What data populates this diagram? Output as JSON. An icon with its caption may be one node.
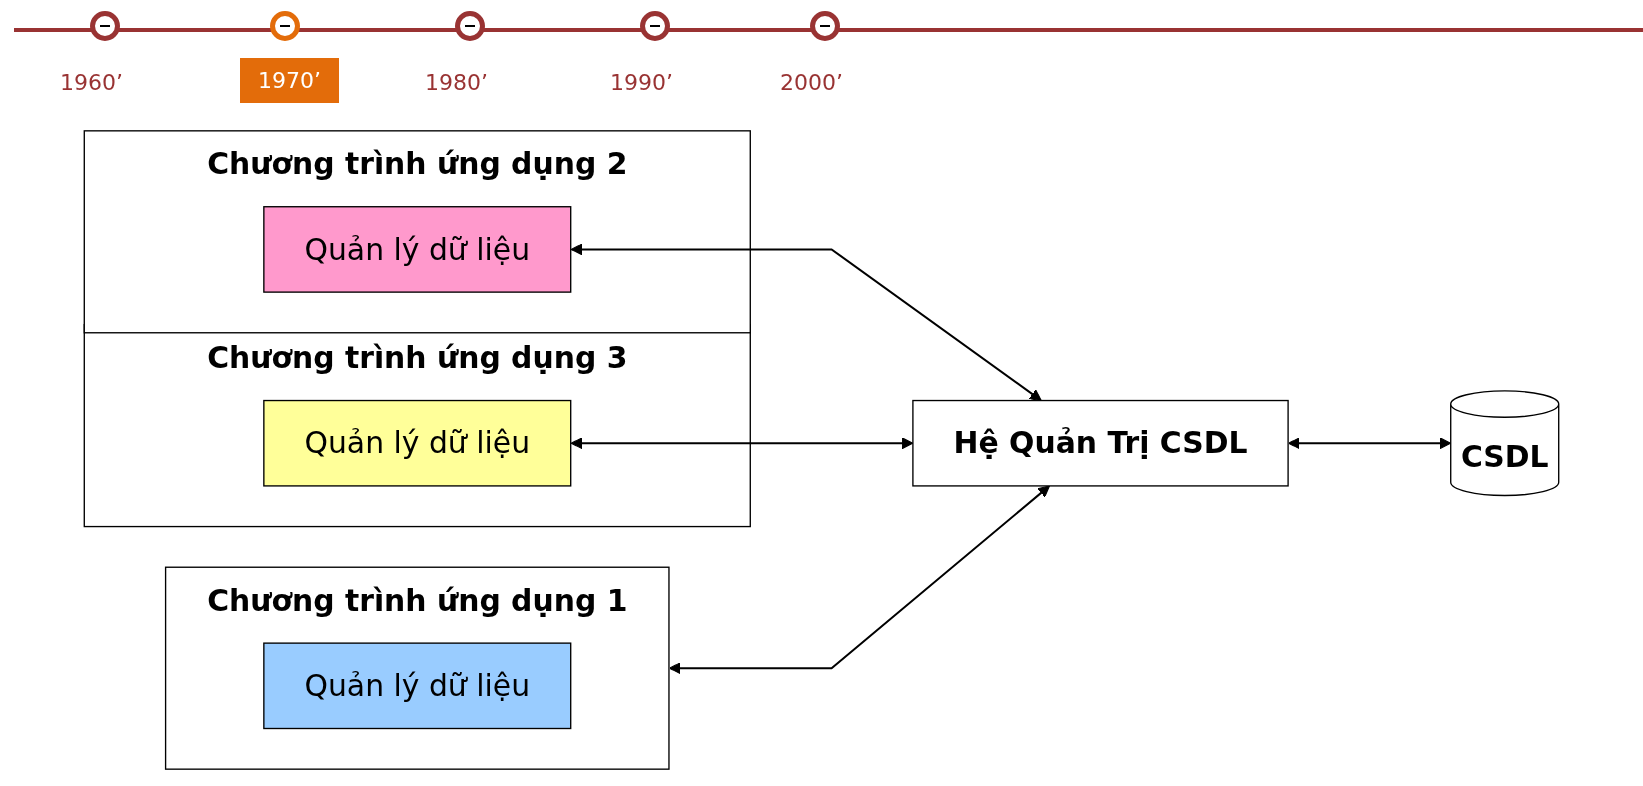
{
  "diagram": {
    "nodes": [
      {
        "text": [
          "Chương trình ứng dụng 1"
        ]
      },
      {
        "text": [
          "Quản lý dữ liệu"
        ],
        "in": 0
      },
      {
        "text": [
          "Chương trình ứng dụng 2"
        ]
      },
      {
        "text": [
          "Quản lý dữ liệu"
        ],
        "in": 2
      },
      {
        "text": [
          "Chương trình ứng dụng 3"
        ]
      },
      {
        "text": [
          "Quản lý dữ liệu"
        ],
        "in": 4
      },
      {
        "text": [
          "Hệ Quản Trị CSDL"
        ]
      },
      {
        "text": [
          "CSDL"
        ]
      }
    ],
    "edges": [
      {
        "from": 0,
        "to": 6,
        "arrow": "both"
      },
      {
        "from": 3,
        "to": 6,
        "arrow": "both"
      },
      {
        "from": 5,
        "to": 6,
        "arrow": "both"
      },
      {
        "from": 6,
        "to": 7,
        "arrow": "both"
      }
    ],
    "labels": [
      "1960’",
      "1970’",
      "1980’",
      "1990’",
      "2000’"
    ]
  }
}
